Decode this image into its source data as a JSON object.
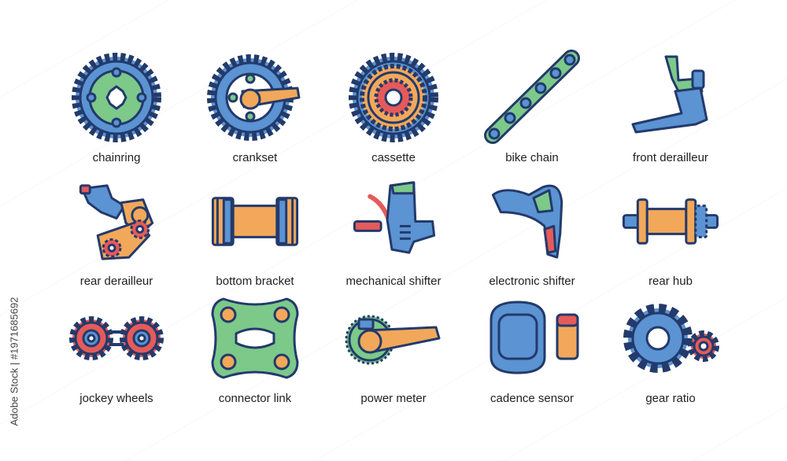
{
  "colors": {
    "blue": "#5b93d3",
    "green": "#7cc98a",
    "orange": "#f2a85a",
    "red": "#e65a5a",
    "outline": "#233a6b"
  },
  "icons": [
    {
      "name": "chainring-icon",
      "label": "chainring"
    },
    {
      "name": "crankset-icon",
      "label": "crankset"
    },
    {
      "name": "cassette-icon",
      "label": "cassette"
    },
    {
      "name": "bike-chain-icon",
      "label": "bike chain"
    },
    {
      "name": "front-derailleur-icon",
      "label": "front derailleur"
    },
    {
      "name": "rear-derailleur-icon",
      "label": "rear derailleur"
    },
    {
      "name": "bottom-bracket-icon",
      "label": "bottom bracket"
    },
    {
      "name": "mechanical-shifter-icon",
      "label": "mechanical shifter"
    },
    {
      "name": "electronic-shifter-icon",
      "label": "electronic shifter"
    },
    {
      "name": "rear-hub-icon",
      "label": "rear hub"
    },
    {
      "name": "jockey-wheels-icon",
      "label": "jockey wheels"
    },
    {
      "name": "connector-link-icon",
      "label": "connector link"
    },
    {
      "name": "power-meter-icon",
      "label": "power meter"
    },
    {
      "name": "cadence-sensor-icon",
      "label": "cadence sensor"
    },
    {
      "name": "gear-ratio-icon",
      "label": "gear ratio"
    }
  ],
  "side_text": "Adobe Stock | #1971685692"
}
